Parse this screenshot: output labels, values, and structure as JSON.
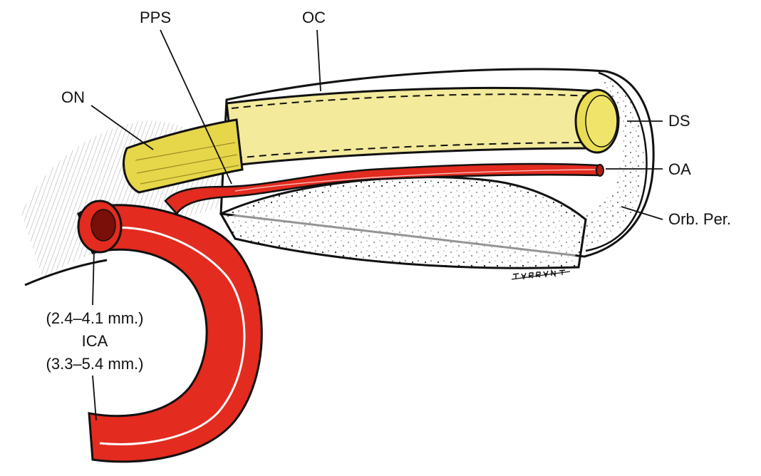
{
  "labels": {
    "pps": "PPS",
    "oc": "OC",
    "on": "ON",
    "ds": "DS",
    "oa": "OA",
    "orb_per": "Orb. Per.",
    "ica_inner_diameter": "(2.4–4.1 mm.)",
    "ica": "ICA",
    "ica_outer_diameter": "(3.3–5.4 mm.)"
  },
  "signature": "TARRANT",
  "colors": {
    "artery": "#e32b1f",
    "artery_dark": "#b31b12",
    "nerve": "#f3ea9c",
    "nerve_shadow": "#d8c84a",
    "outline": "#111111",
    "background": "#ffffff"
  }
}
